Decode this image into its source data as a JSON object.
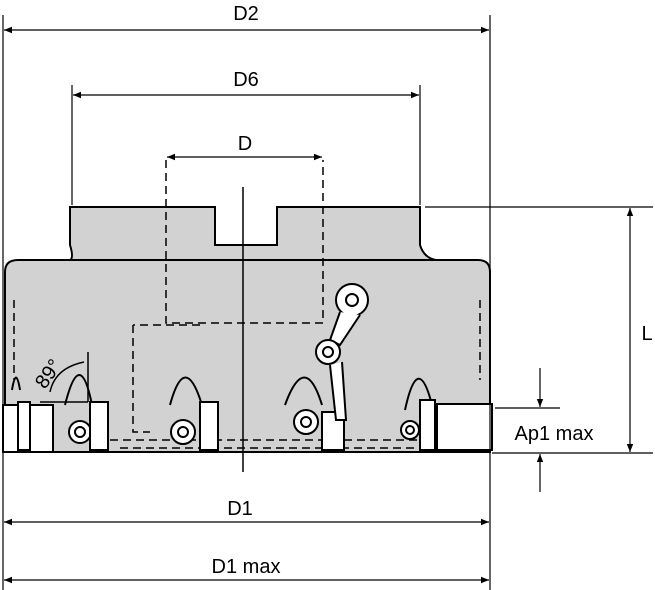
{
  "labels": {
    "d2": "D2",
    "d6": "D6",
    "d": "D",
    "l": "L",
    "ap1_max": "Ap1 max",
    "d1": "D1",
    "d1_max": "D1 max",
    "angle": "89°"
  },
  "colors": {
    "body": "#d2d2d2",
    "line": "#000000",
    "background": "#ffffff"
  }
}
